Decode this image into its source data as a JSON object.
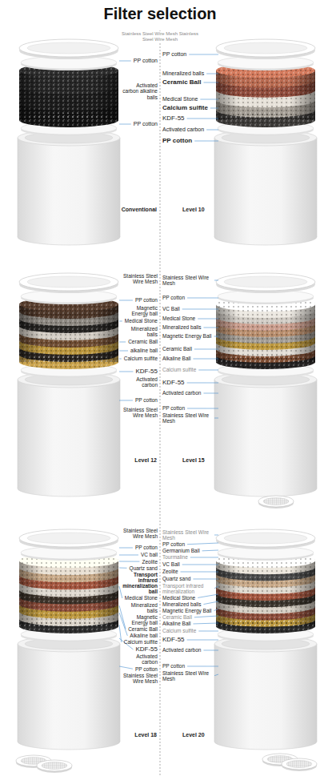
{
  "diagram": {
    "title": "Filter selection",
    "labels": [
      "Stainless Steel Wire Mesh Stainless Steel Wire Mesh",
      "PP cotton",
      "PP cotton",
      "Mineralized balls",
      "Ceramic Ball",
      "Activated carbon alkaline balls",
      "Medical Stone",
      "Calcium sulfite",
      "KDF-55",
      "PP cotton",
      "Activated carbon",
      "PP cotton",
      "Conventional",
      "Level 10",
      "Stainless Steel Wire Mesh",
      "PP cotton",
      "Magnetic Energy ball",
      "Medical Stone",
      "Mineralized balls",
      "Ceramic Ball",
      "alkaline ball",
      "Calcium sulfite",
      "KDF-55",
      "Activated carbon",
      "PP cotton",
      "Stainless Steel Wire Mesh",
      "Stainless Steel Wire Mesh",
      "PP cotton",
      "VC Ball",
      "Medical Stone",
      "Mineralized balls",
      "Magnetic Energy Ball",
      "Ceramic Ball",
      "Alkaline Ball",
      "Calcium sulfite",
      "KDF-55",
      "Activated carbon",
      "PP cotton",
      "Stainless Steel Wire Mesh",
      "Level 12",
      "Level 15",
      "Stainless Steel Wire Mesh",
      "PP cotton",
      "VC ball",
      "Zeolite",
      "Quartz sand",
      "Transport infrared mineralization ball",
      "Medical Stone",
      "Mineralized balls",
      "Magnetic Energy ball",
      "Ceramic Ball",
      "Alkaline ball",
      "Calcium sulfite",
      "KDF-55",
      "Activated carbon",
      "PP cotton",
      "Stainless Steel Wire Mesh",
      "Stainless Steel Wire Mesh",
      "PP cotton",
      "Germanium Ball",
      "Tourmaline",
      "VC Ball",
      "Zeolite",
      "Quartz sand",
      "Transport infrared mineralization",
      "Medical Stone",
      "Mineralized balls",
      "Magnetic Energy Ball",
      "Ceramic Ball",
      "Alkaline Ball",
      "Calcium sulfite",
      "KDF-55",
      "Activated carbon",
      "PP cotton",
      "Stainless Steel Wire Mesh",
      "Level 18",
      "Level 20"
    ]
  }
}
